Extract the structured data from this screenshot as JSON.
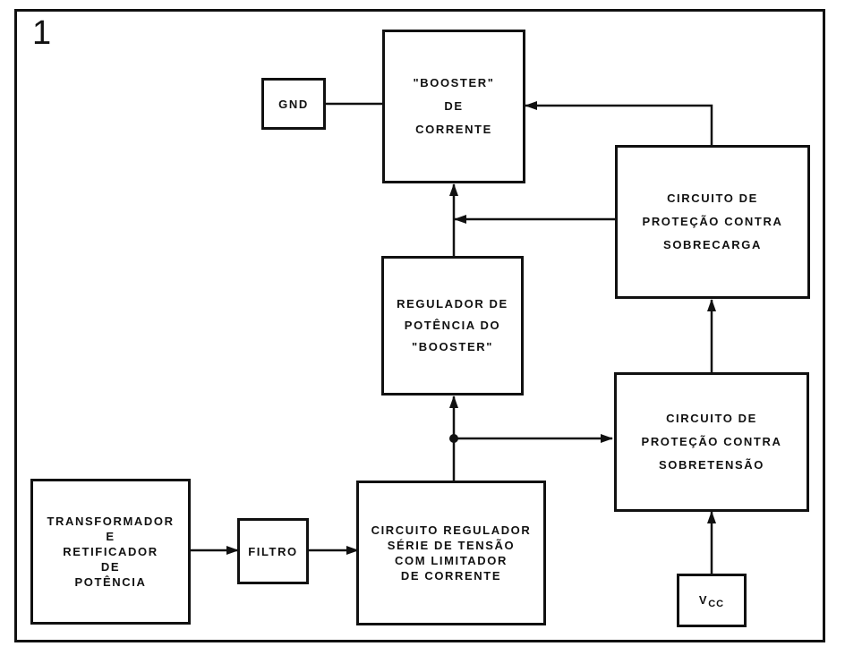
{
  "figure_number": "1",
  "blocks": {
    "gnd": {
      "lines": [
        "GND"
      ]
    },
    "booster": {
      "lines": [
        "\"BOOSTER\"",
        "DE",
        "CORRENTE"
      ]
    },
    "overload": {
      "lines": [
        "CIRCUITO DE",
        "PROTEÇÃO CONTRA",
        "SOBRECARGA"
      ]
    },
    "power_regulator": {
      "lines": [
        "REGULADOR DE",
        "POTÊNCIA DO",
        "\"BOOSTER\""
      ]
    },
    "overvoltage": {
      "lines": [
        "CIRCUITO DE",
        "PROTEÇÃO CONTRA",
        "SOBRETENSÃO"
      ]
    },
    "transformer": {
      "lines": [
        "TRANSFORMADOR",
        "E",
        "RETIFICADOR",
        "DE",
        "POTÊNCIA"
      ]
    },
    "filter": {
      "lines": [
        "FILTRO"
      ]
    },
    "series_regulator": {
      "lines": [
        "CIRCUITO REGULADOR",
        "SÉRIE DE TENSÃO",
        "COM LIMITADOR",
        "DE CORRENTE"
      ]
    },
    "vcc": {
      "main": "V",
      "sub": "CC"
    }
  }
}
